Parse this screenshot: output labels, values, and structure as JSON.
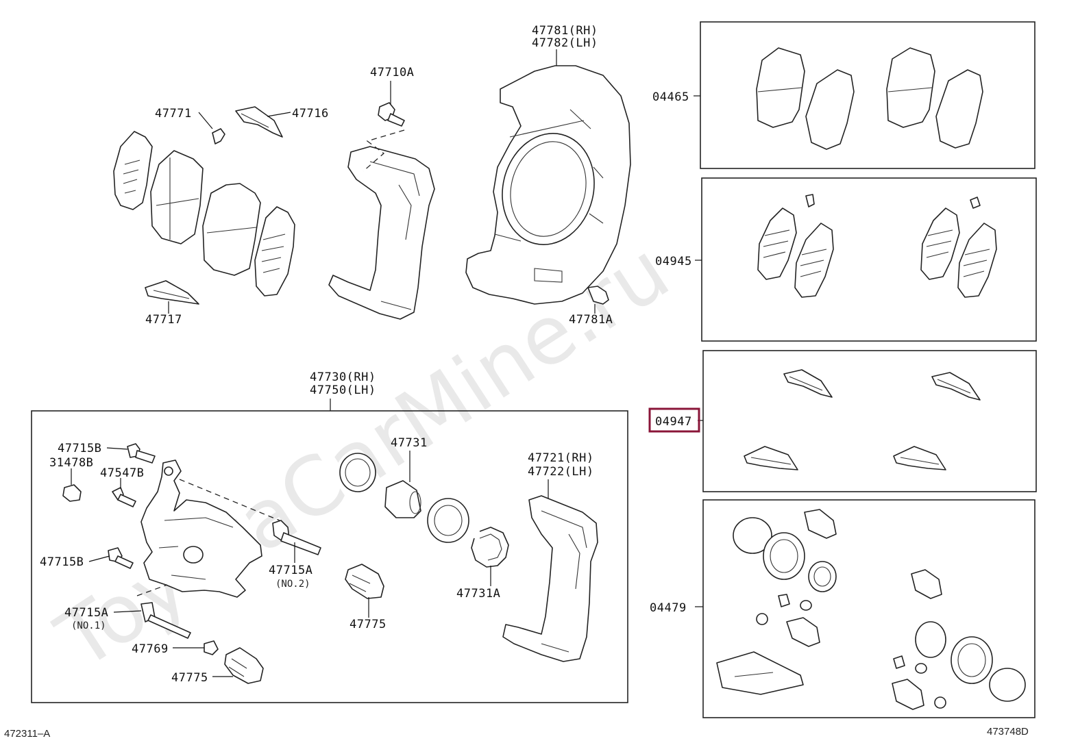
{
  "watermark": "ToyotaCarMine.ru",
  "labels": {
    "p47781": "47781(RH)",
    "p47782": "47782(LH)",
    "p47710A": "47710A",
    "p47771": "47771",
    "p47716": "47716",
    "p47717": "47717",
    "p47781A": "47781A",
    "p47730": "47730(RH)",
    "p47750": "47750(LH)",
    "p47715B_top": "47715B",
    "p31478B": "31478B",
    "p47547B": "47547B",
    "p47715B_mid": "47715B",
    "p47715A_no2": "47715A",
    "no2": "(NO.2)",
    "p47715A_no1": "47715A",
    "no1": "(NO.1)",
    "p47769": "47769",
    "p47775_bottom": "47775",
    "p47731": "47731",
    "p47775_mid": "47775",
    "p47731A": "47731A",
    "p47721": "47721(RH)",
    "p47722": "47722(LH)",
    "k04465": "04465",
    "k04945": "04945",
    "k04947": "04947",
    "k04479": "04479"
  },
  "footer": {
    "left_code": "472311–A",
    "right_code": "473748D"
  },
  "highlight_color": "#8a1538"
}
